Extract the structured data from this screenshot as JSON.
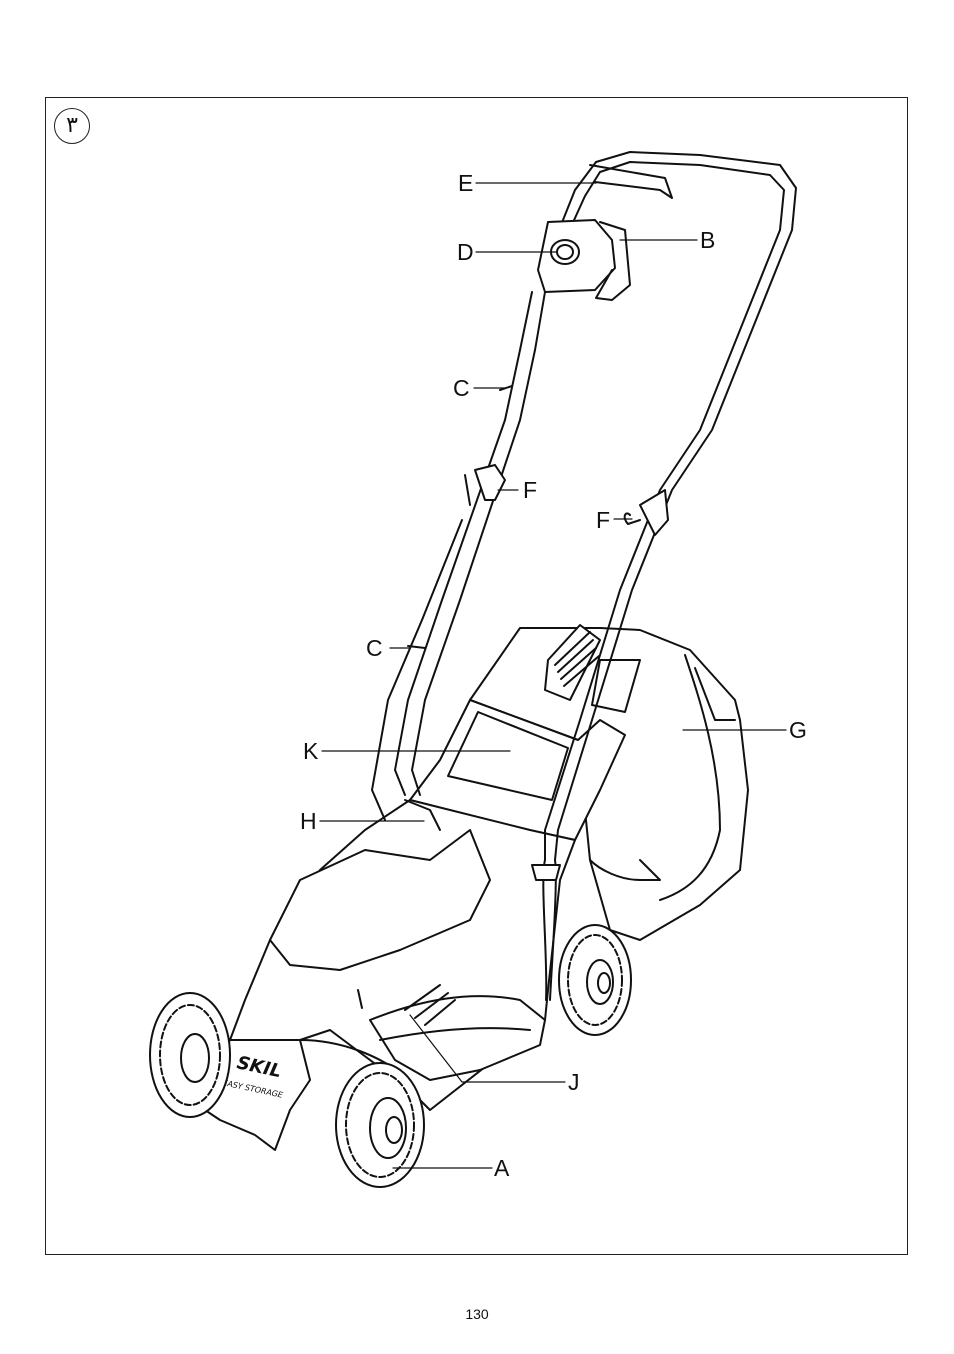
{
  "figure_number": "٣",
  "page_number": "130",
  "brand": {
    "logo": "SKIL",
    "model_text": "EASY STORAGE"
  },
  "callouts": [
    {
      "id": "E",
      "label": "E"
    },
    {
      "id": "D",
      "label": "D"
    },
    {
      "id": "B",
      "label": "B"
    },
    {
      "id": "C1",
      "label": "C"
    },
    {
      "id": "F1",
      "label": "F"
    },
    {
      "id": "F2",
      "label": "F"
    },
    {
      "id": "C2",
      "label": "C"
    },
    {
      "id": "K",
      "label": "K"
    },
    {
      "id": "G",
      "label": "G"
    },
    {
      "id": "H",
      "label": "H"
    },
    {
      "id": "J",
      "label": "J"
    },
    {
      "id": "A",
      "label": "A"
    }
  ]
}
